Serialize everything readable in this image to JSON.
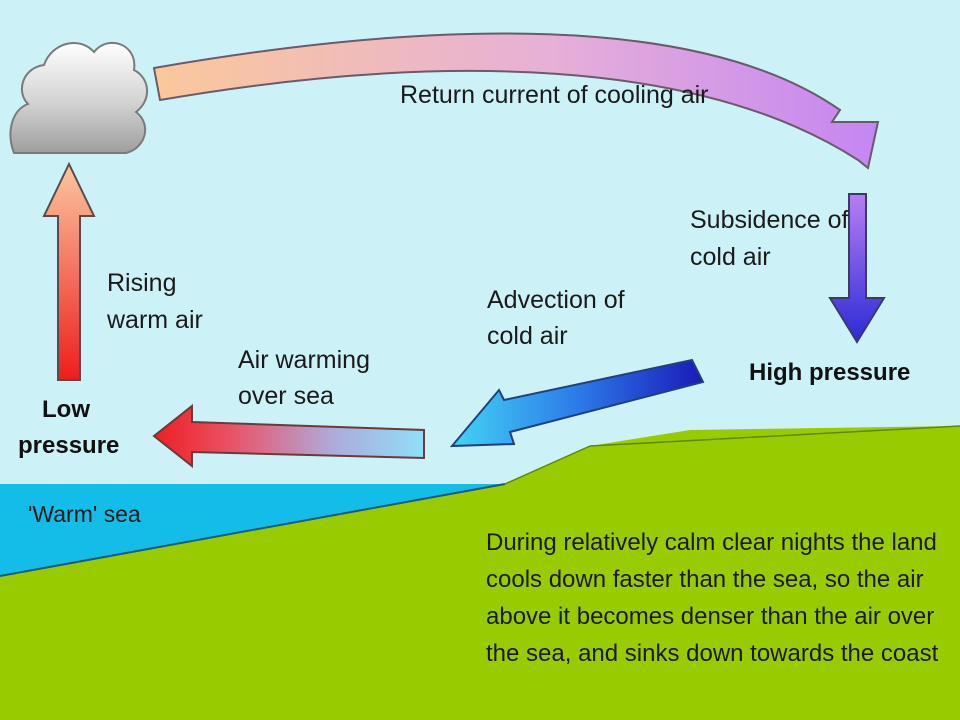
{
  "labels": {
    "return_current": "Return current of cooling air",
    "subsidence": [
      "Subsidence of",
      "cold air"
    ],
    "rising": [
      "Rising",
      "warm air"
    ],
    "advection": [
      "Advection of",
      "cold air"
    ],
    "warming": [
      "Air warming",
      "over sea"
    ],
    "high_pressure": "High pressure",
    "low_pressure": [
      "Low",
      "pressure"
    ],
    "warm_sea": "'Warm' sea"
  },
  "description": [
    "During relatively calm clear nights the land",
    "cools down faster than the sea, so the air",
    "above it becomes denser than the air over",
    "the sea, and sinks down towards the coast"
  ],
  "colors": {
    "sky": "#ccf2f8",
    "sea": "#14bce8",
    "land": "#99cc00",
    "cloud": "#c8c8c8",
    "warm_red": "#ee2222",
    "peach": "#f7c9a0",
    "lilac": "#c88cf4",
    "blue_dark": "#2a2ad8",
    "cyan": "#3ad0f0"
  }
}
